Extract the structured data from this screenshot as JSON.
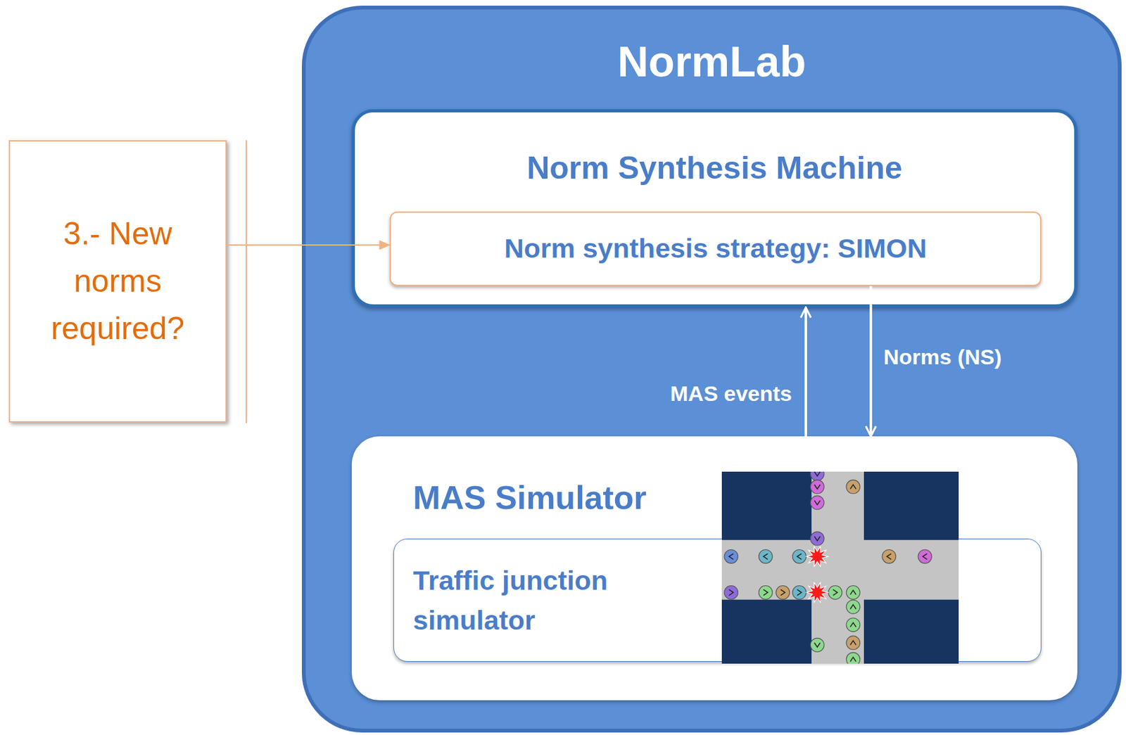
{
  "diagram": {
    "nodes": [
      {
        "text": [
          "3.- New norms required?"
        ]
      },
      {
        "text": [
          "NormLab"
        ]
      },
      {
        "text": [
          "Norm Synthesis Machine"
        ],
        "in": 1
      },
      {
        "text": [
          "Norm synthesis strategy: SIMON"
        ],
        "in": 2
      },
      {
        "text": [
          "MAS Simulator"
        ],
        "in": 1
      },
      {
        "text": [
          "Traffic junction simulator"
        ],
        "in": 4
      }
    ],
    "edges": [
      {
        "from": 0,
        "to": 3,
        "arrow": "to"
      },
      {
        "from": 4,
        "to": 2,
        "label": "MAS events",
        "arrow": "to"
      },
      {
        "from": 3,
        "to": 4,
        "label": "Norms (NS)",
        "arrow": "to"
      }
    ]
  }
}
